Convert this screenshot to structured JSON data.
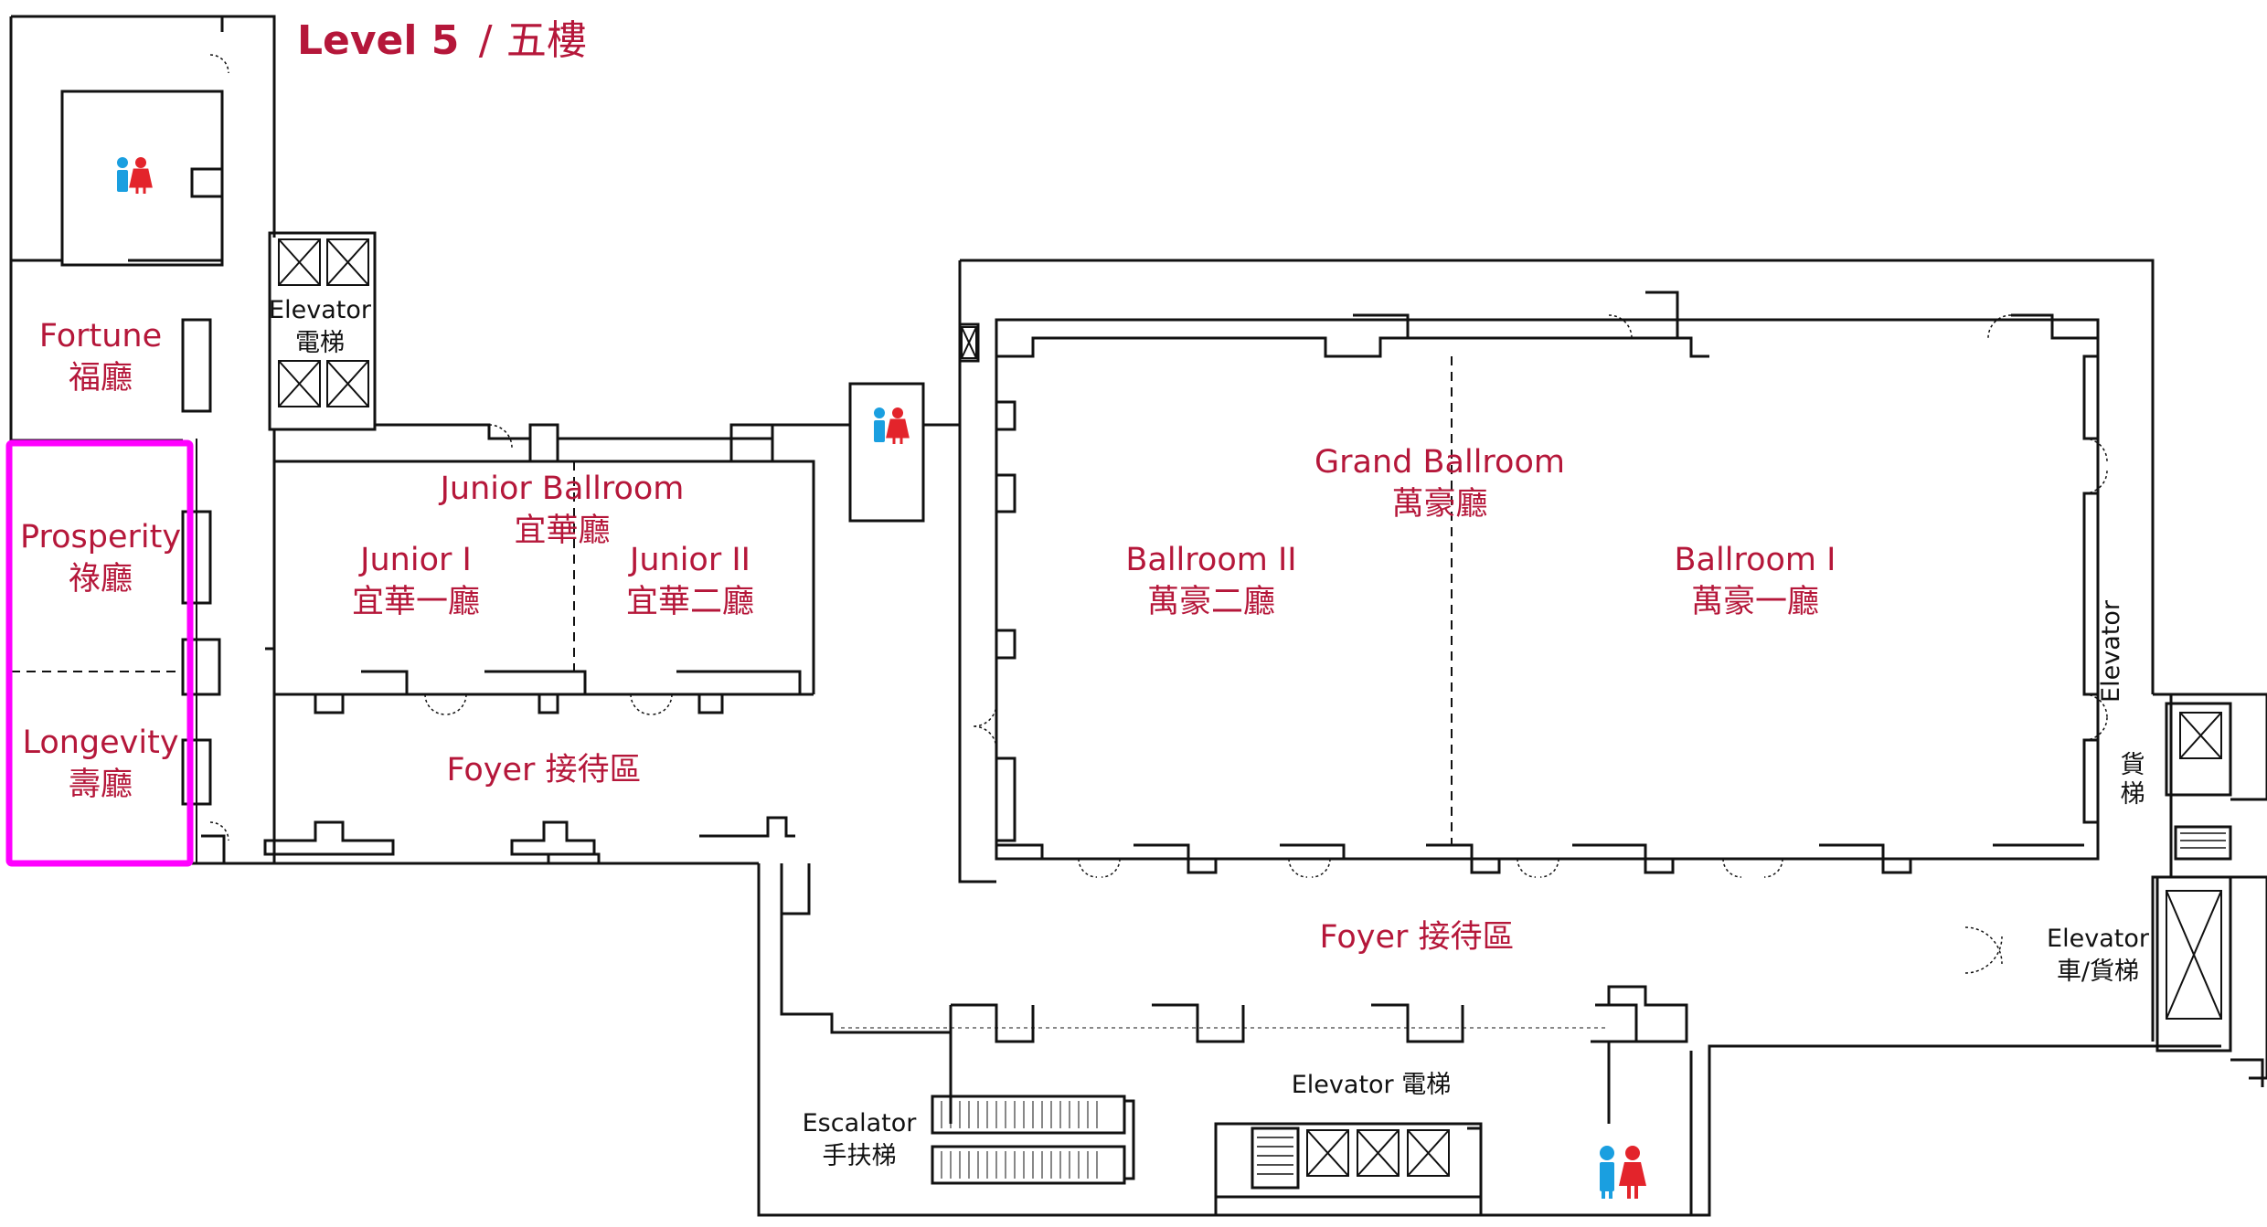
{
  "title": {
    "level": "Level 5",
    "separator": "/",
    "cn": "五樓"
  },
  "rooms": {
    "fortune": {
      "en": "Fortune",
      "cn": "福廳"
    },
    "prosperity": {
      "en": "Prosperity",
      "cn": "祿廳"
    },
    "longevity": {
      "en": "Longevity",
      "cn": "壽廳"
    },
    "junior_ballroom": {
      "en": "Junior Ballroom",
      "cn": "宜華廳"
    },
    "junior_1": {
      "en": "Junior I",
      "cn": "宜華一廳"
    },
    "junior_2": {
      "en": "Junior II",
      "cn": "宜華二廳"
    },
    "grand_ballroom": {
      "en": "Grand Ballroom",
      "cn": "萬豪廳"
    },
    "ballroom_2": {
      "en": "Ballroom II",
      "cn": "萬豪二廳"
    },
    "ballroom_1": {
      "en": "Ballroom I",
      "cn": "萬豪一廳"
    },
    "foyer_left": "Foyer 接待區",
    "foyer_right": "Foyer 接待區"
  },
  "facilities": {
    "elevator_top": {
      "en": "Elevator",
      "cn": "電梯"
    },
    "elevator_right": {
      "en": "Elevator",
      "cn": "貨梯"
    },
    "elevator_car": {
      "en": "Elevator",
      "cn": "車/貨梯"
    },
    "elevator_bottom": "Elevator 電梯",
    "escalator": {
      "en": "Escalator",
      "cn": "手扶梯"
    }
  },
  "colors": {
    "room_text": "#b5173a",
    "highlight": "#ff00ff",
    "male_icon": "#1a9fe0",
    "female_icon": "#e3242b",
    "wall": "#111111"
  },
  "icons": [
    "restroom-icon",
    "elevator-car-icon",
    "escalator-icon",
    "stair-icon"
  ]
}
